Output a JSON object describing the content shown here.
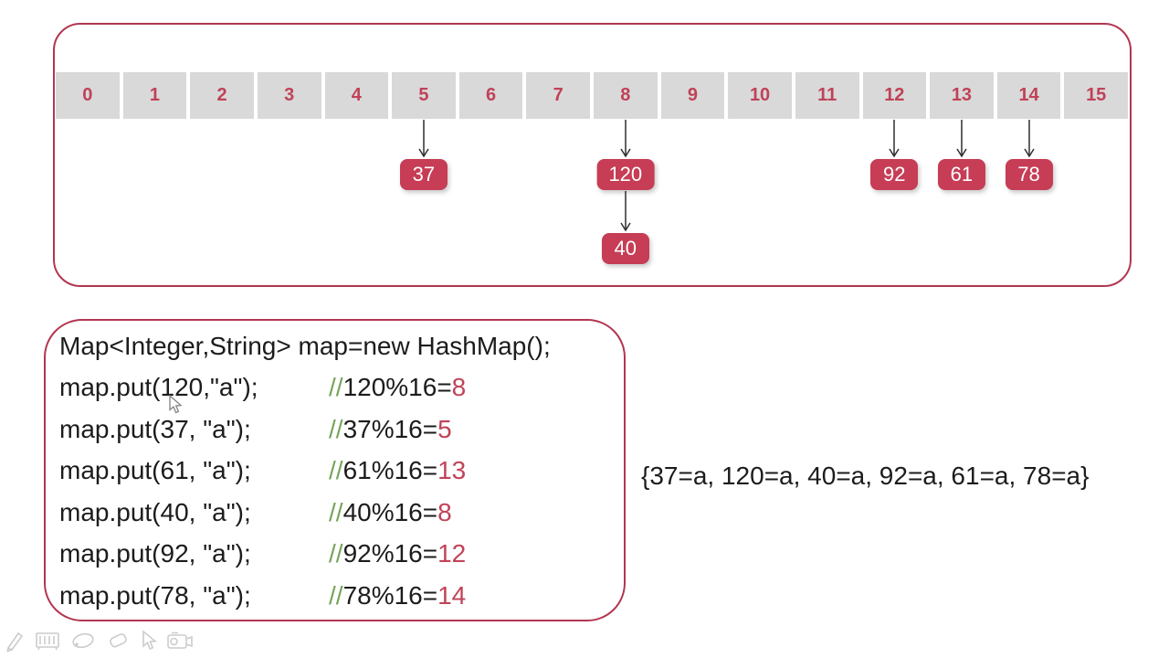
{
  "slide": {
    "background": "#ffffff"
  },
  "colors": {
    "accent_red": "#c63d55",
    "panel_border": "#b23651",
    "cell_background": "#d9d9d9",
    "index_text": "#c04258",
    "code_text": "#1c1c1c",
    "comment_green": "#74a45a",
    "result_red": "#c04358",
    "arrow": "#2e2e2e",
    "toolbar_gray": "#cccccc"
  },
  "hash_table": {
    "indices": [
      "0",
      "1",
      "2",
      "3",
      "4",
      "5",
      "6",
      "7",
      "8",
      "9",
      "10",
      "11",
      "12",
      "13",
      "14",
      "15"
    ],
    "buckets": [
      {
        "index": 5,
        "chain": [
          "37"
        ]
      },
      {
        "index": 8,
        "chain": [
          "120",
          "40"
        ]
      },
      {
        "index": 12,
        "chain": [
          "92"
        ]
      },
      {
        "index": 13,
        "chain": [
          "61"
        ]
      },
      {
        "index": 14,
        "chain": [
          "78"
        ]
      }
    ]
  },
  "code_panel": {
    "lines": [
      {
        "code": "Map<Integer,String> map=new HashMap();"
      },
      {
        "code": "map.put(120,\"a\");",
        "comment_slashes": "//",
        "comment_expr": "120%16=",
        "comment_result": "8"
      },
      {
        "code": "map.put(37, \"a\");",
        "comment_slashes": "//",
        "comment_expr": "37%16=",
        "comment_result": "5"
      },
      {
        "code": "map.put(61, \"a\");",
        "comment_slashes": "//",
        "comment_expr": "61%16=",
        "comment_result": "13"
      },
      {
        "code": "map.put(40, \"a\");",
        "comment_slashes": "//",
        "comment_expr": "40%16=",
        "comment_result": "8"
      },
      {
        "code": "map.put(92, \"a\");",
        "comment_slashes": "//",
        "comment_expr": "92%16=",
        "comment_result": "12"
      },
      {
        "code": "map.put(78, \"a\");",
        "comment_slashes": "//",
        "comment_expr": "78%16=",
        "comment_result": "14"
      }
    ]
  },
  "result": {
    "text": "{37=a, 120=a, 40=a, 92=a, 61=a, 78=a}"
  },
  "toolbar": {
    "icons": [
      "pen-icon",
      "whiteboard-icon",
      "highlighter-ellipse-icon",
      "eraser-icon",
      "cursor-icon",
      "camera-icon"
    ]
  }
}
